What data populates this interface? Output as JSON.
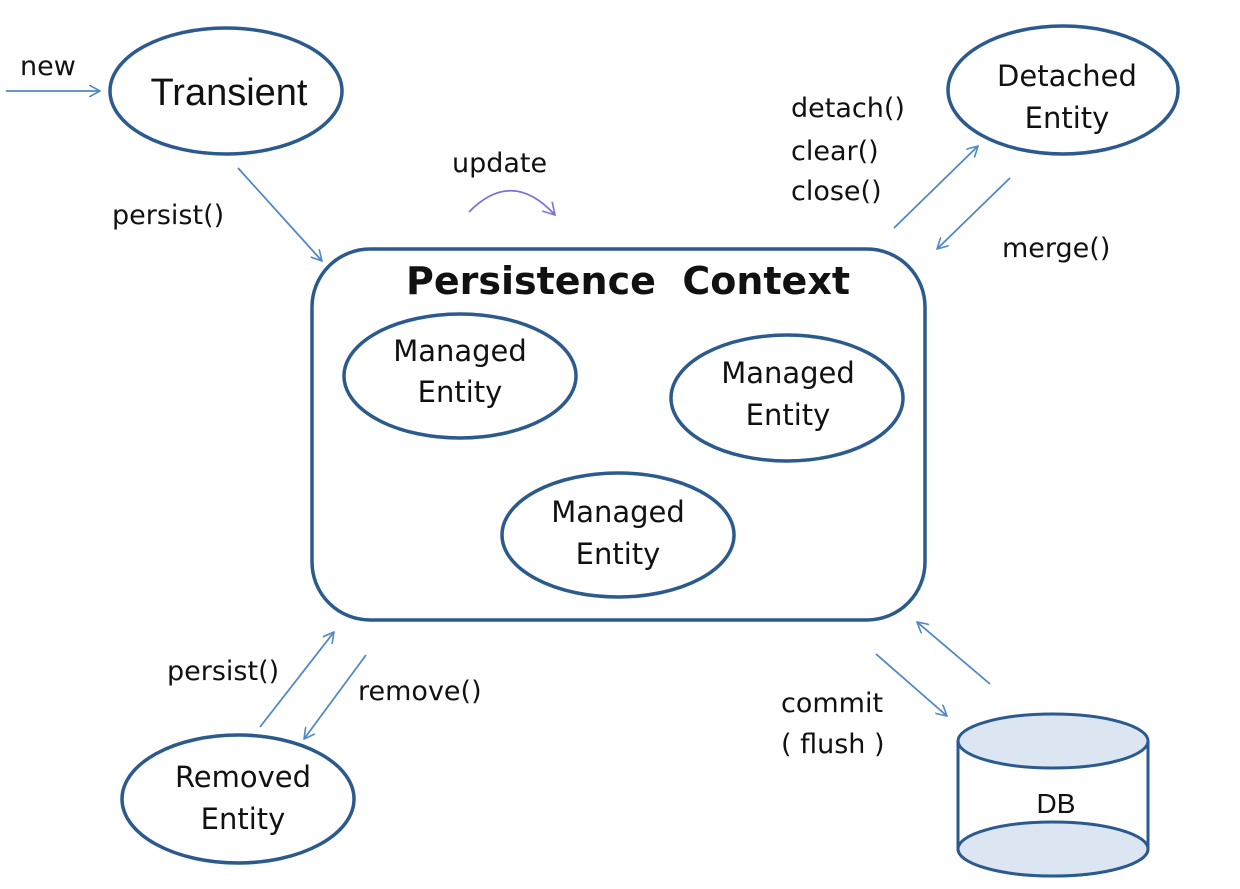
{
  "nodes": {
    "transient": "Transient",
    "detached": [
      "Detached",
      "Entity"
    ],
    "context_title": "Persistence  Context",
    "managed_1": [
      "Managed",
      "Entity"
    ],
    "managed_2": [
      "Managed",
      "Entity"
    ],
    "managed_3": [
      "Managed",
      "Entity"
    ],
    "removed": [
      "Removed",
      "Entity"
    ],
    "db": "DB"
  },
  "edges": {
    "new": "new",
    "persist_transient": "persist()",
    "update": "update",
    "detach_ops": [
      "detach()",
      "clear()",
      "close()"
    ],
    "merge": "merge()",
    "persist_removed": "persist()",
    "remove": "remove()",
    "commit": [
      "commit",
      "( flush )"
    ]
  },
  "colors": {
    "outline": "#2b5a8f",
    "arrow": "#4f88c6",
    "update_arc": "#7b73d6",
    "db_fill": "#dce6f2"
  }
}
